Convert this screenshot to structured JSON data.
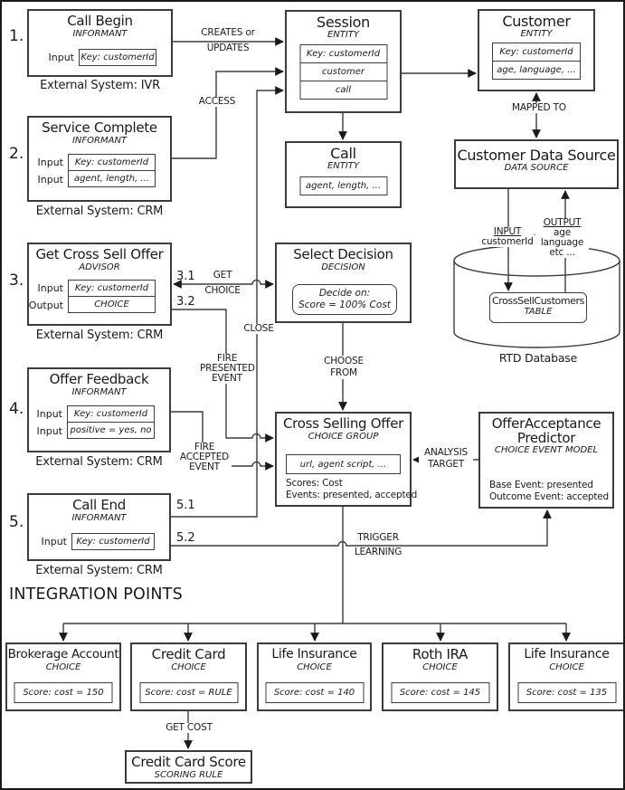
{
  "colors": {
    "line": "#3c3c3c",
    "text": "#1a1a1a",
    "background": "#ffffff"
  },
  "informants": [
    {
      "num": "1.",
      "title": "Call Begin",
      "subtitle": "INFORMANT",
      "rows": [
        {
          "label": "Input",
          "value": "Key: customerId"
        }
      ],
      "footer": "External System: IVR"
    },
    {
      "num": "2.",
      "title": "Service Complete",
      "subtitle": "INFORMANT",
      "rows": [
        {
          "label": "Input",
          "value": "Key: customerId"
        },
        {
          "label": "Input",
          "value": "agent, length, ..."
        }
      ],
      "footer": "External System: CRM"
    },
    {
      "num": "3.",
      "title": "Get Cross Sell Offer",
      "subtitle": "ADVISOR",
      "rows": [
        {
          "label": "Input",
          "value": "Key: customerId"
        },
        {
          "label": "Output",
          "value": "CHOICE"
        }
      ],
      "footer": "External System: CRM"
    },
    {
      "num": "4.",
      "title": "Offer Feedback",
      "subtitle": "INFORMANT",
      "rows": [
        {
          "label": "Input",
          "value": "Key: customerId"
        },
        {
          "label": "Input",
          "value": "positive = yes, no"
        }
      ],
      "footer": "External System: CRM"
    },
    {
      "num": "5.",
      "title": "Call End",
      "subtitle": "INFORMANT",
      "rows": [
        {
          "label": "Input",
          "value": "Key: customerId"
        }
      ],
      "footer": "External System: CRM"
    }
  ],
  "session": {
    "title": "Session",
    "subtitle": "ENTITY",
    "rows": [
      "Key: customerId",
      "customer",
      "call"
    ]
  },
  "call_entity": {
    "title": "Call",
    "subtitle": "ENTITY",
    "rows": [
      "agent, length, ..."
    ]
  },
  "customer": {
    "title": "Customer",
    "subtitle": "ENTITY",
    "rows": [
      "Key: customerId",
      "age, language, ..."
    ]
  },
  "customer_data_source": {
    "title": "Customer Data Source",
    "subtitle": "DATA SOURCE"
  },
  "select_decision": {
    "title": "Select Decision",
    "subtitle": "DECISION",
    "decide_line1": "Decide on:",
    "decide_line2": "Score = 100% Cost"
  },
  "cross_selling_offer": {
    "title": "Cross Selling Offer",
    "subtitle": "CHOICE GROUP",
    "attributes": "url, agent script, ...",
    "scores": "Scores: Cost",
    "events": "Events: presented, accepted"
  },
  "predictor": {
    "title_line1": "OfferAcceptance",
    "title_line2": "Predictor",
    "subtitle": "CHOICE EVENT MODEL",
    "base_event": "Base Event: presented",
    "outcome_event": "Outcome Event: accepted"
  },
  "database": {
    "input_title": "INPUT",
    "input_value": "customerId",
    "separator": "—",
    "output_title": "OUTPUT",
    "output_values": [
      "age",
      "language",
      "etc ..."
    ],
    "table": {
      "title": "CrossSellCustomers",
      "subtitle": "TABLE"
    },
    "caption": "RTD Database"
  },
  "edges": {
    "creates_line1": "CREATES or",
    "creates_line2": "UPDATES",
    "access": "ACCESS",
    "mapped_to": "MAPPED TO",
    "n31": "3.1",
    "get": "GET",
    "choice": "CHOICE",
    "n32": "3.2",
    "close": "CLOSE",
    "fire_presented": [
      "FIRE",
      "PRESENTED",
      "EVENT"
    ],
    "fire_accepted": [
      "FIRE",
      "ACCEPTED",
      "EVENT"
    ],
    "n51": "5.1",
    "n52": "5.2",
    "choose_from": [
      "CHOOSE",
      "FROM"
    ],
    "analysis_target": [
      "ANALYSIS",
      "TARGET"
    ],
    "trigger": "TRIGGER",
    "learning": "LEARNING",
    "get_cost": "GET COST"
  },
  "integration": {
    "heading": "INTEGRATION POINTS",
    "choices": [
      {
        "title": "Brokerage Account",
        "subtitle": "CHOICE",
        "score": "Score: cost = 150"
      },
      {
        "title": "Credit Card",
        "subtitle": "CHOICE",
        "score": "Score: cost = RULE"
      },
      {
        "title": "Life Insurance",
        "subtitle": "CHOICE",
        "score": "Score: cost = 140"
      },
      {
        "title": "Roth IRA",
        "subtitle": "CHOICE",
        "score": "Score: cost = 145"
      },
      {
        "title": "Life Insurance",
        "subtitle": "CHOICE",
        "score": "Score: cost = 135"
      }
    ],
    "scoring_rule": {
      "title": "Credit Card Score",
      "subtitle": "SCORING RULE"
    }
  }
}
